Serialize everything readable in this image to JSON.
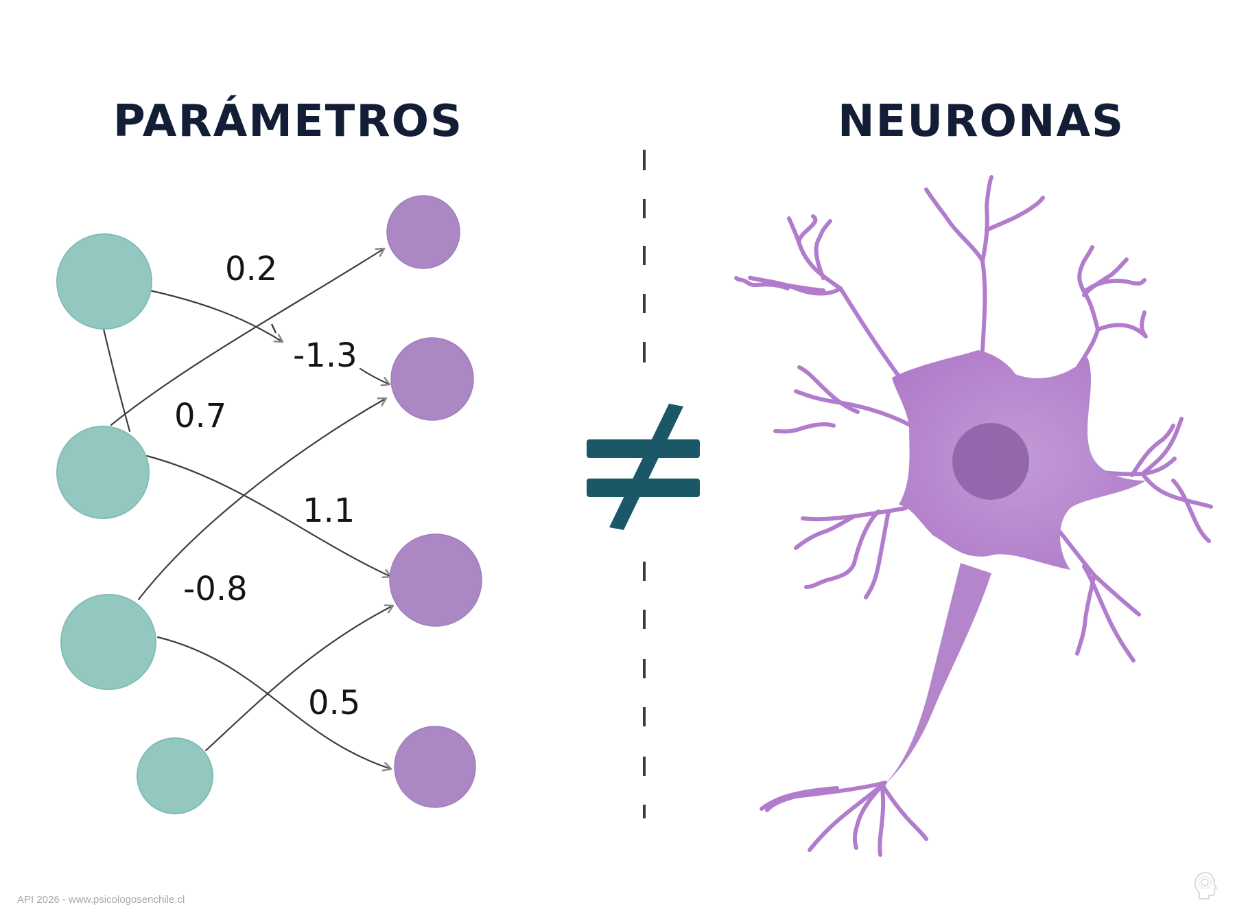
{
  "left_title": "PARÁMETROS",
  "right_title": "NEURONAS",
  "symbol": "≠",
  "weights": [
    "0.2",
    "-1.3",
    "0.7",
    "1.1",
    "-0.8",
    "0.5"
  ],
  "footer": "API 2026 - www.psicologosenchile.cl",
  "icons": [
    "neural-network-graphic",
    "not-equal-icon",
    "neuron-illustration",
    "head-profile-icon"
  ],
  "colors": {
    "input_node": "#93c8c1",
    "input_node_stroke": "#7fbab3",
    "output_node": "#ab87c4",
    "neuron": "#b585cc",
    "neuron_dendrite": "#b27ccd",
    "neuron_nucleus": "#8e63a6",
    "symbol": "#1a5868",
    "title": "#131d35",
    "edge": "#3d3d3d"
  }
}
